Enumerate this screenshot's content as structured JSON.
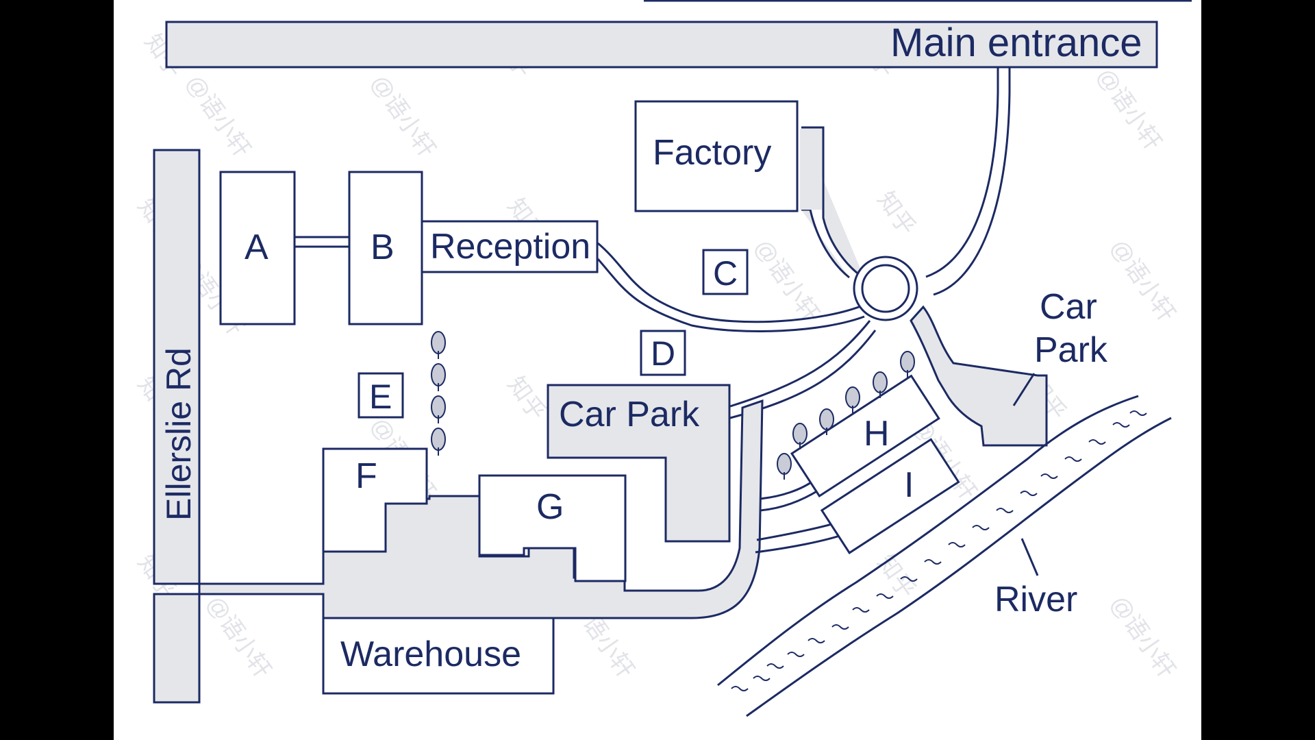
{
  "map": {
    "colors": {
      "background": "#000000",
      "paper": "#ffffff",
      "road": "#e5e6ea",
      "line": "#1c2a63",
      "river": "#ffffff"
    },
    "labels": {
      "main_entrance": "Main entrance",
      "road_name": "Ellerslie Rd",
      "factory": "Factory",
      "reception": "Reception",
      "car_park_main": "Car Park",
      "car_park_right_line1": "Car",
      "car_park_right_line2": "Park",
      "warehouse": "Warehouse",
      "river": "River"
    },
    "buildings": {
      "A": "A",
      "B": "B",
      "F": "F",
      "G": "G",
      "H": "H",
      "I": "I"
    },
    "site_markers": {
      "C": "C",
      "D": "D",
      "E": "E"
    },
    "watermark_text": [
      "知乎",
      "@语小轩"
    ]
  }
}
